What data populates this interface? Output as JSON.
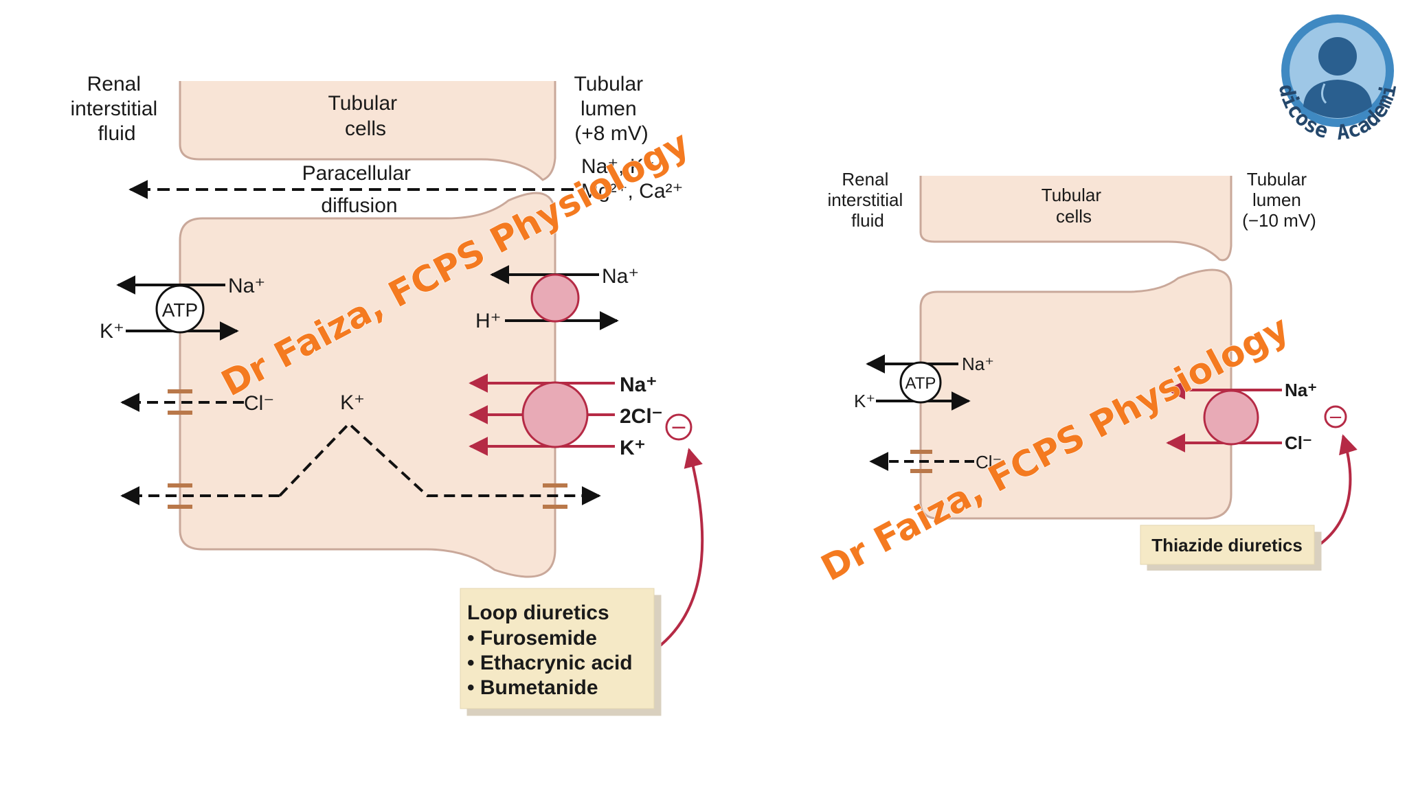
{
  "loop_panel": {
    "label_interstitial": [
      "Renal",
      "interstitial",
      "fluid"
    ],
    "label_cells": [
      "Tubular",
      "cells"
    ],
    "label_lumen": [
      "Tubular",
      "lumen",
      "(+8 mV)"
    ],
    "label_paracellular": [
      "Paracellular",
      "diffusion"
    ],
    "lumen_ions": [
      "Na⁺, K⁺",
      "Mg²⁺, Ca²⁺"
    ],
    "pump_label": "ATP",
    "pump_na": "Na⁺",
    "pump_k": "K⁺",
    "exchanger_na": "Na⁺",
    "exchanger_h": "H⁺",
    "nkcc_na": "Na⁺",
    "nkcc_cl": "2Cl⁻",
    "nkcc_k": "K⁺",
    "basolateral_cl": "Cl⁻",
    "recycled_k": "K⁺",
    "inhibit_symbol": "−",
    "drug_box": {
      "title": "Loop diuretics",
      "items": [
        "• Furosemide",
        "• Ethacrynic acid",
        "• Bumetanide"
      ]
    }
  },
  "thiazide_panel": {
    "label_interstitial": [
      "Renal",
      "interstitial",
      "fluid"
    ],
    "label_cells": [
      "Tubular",
      "cells"
    ],
    "label_lumen": [
      "Tubular",
      "lumen",
      "(−10 mV)"
    ],
    "pump_label": "ATP",
    "pump_na": "Na⁺",
    "pump_k": "K⁺",
    "basolateral_cl": "Cl⁻",
    "ncc_na": "Na⁺",
    "ncc_cl": "Cl⁻",
    "inhibit_symbol": "−",
    "drug_box": {
      "title": "Thiazide diuretics"
    }
  },
  "watermarks": [
    "Dr Faiza, FCPS Physiology",
    "Dr Faiza, FCPS Physiology"
  ],
  "logo": {
    "text": "Medicose Academics"
  },
  "colors": {
    "cell_fill": "#f8e4d6",
    "cell_stroke": "#c9a89a",
    "transporter_fill": "#e8aab6",
    "transporter_stroke": "#b52a45",
    "red_arrow": "#b52a45",
    "channel": "#b9784a",
    "drug_box_fill": "#f5e9c6",
    "watermark": "#f47a20",
    "logo_ring": "#3f89c2"
  }
}
